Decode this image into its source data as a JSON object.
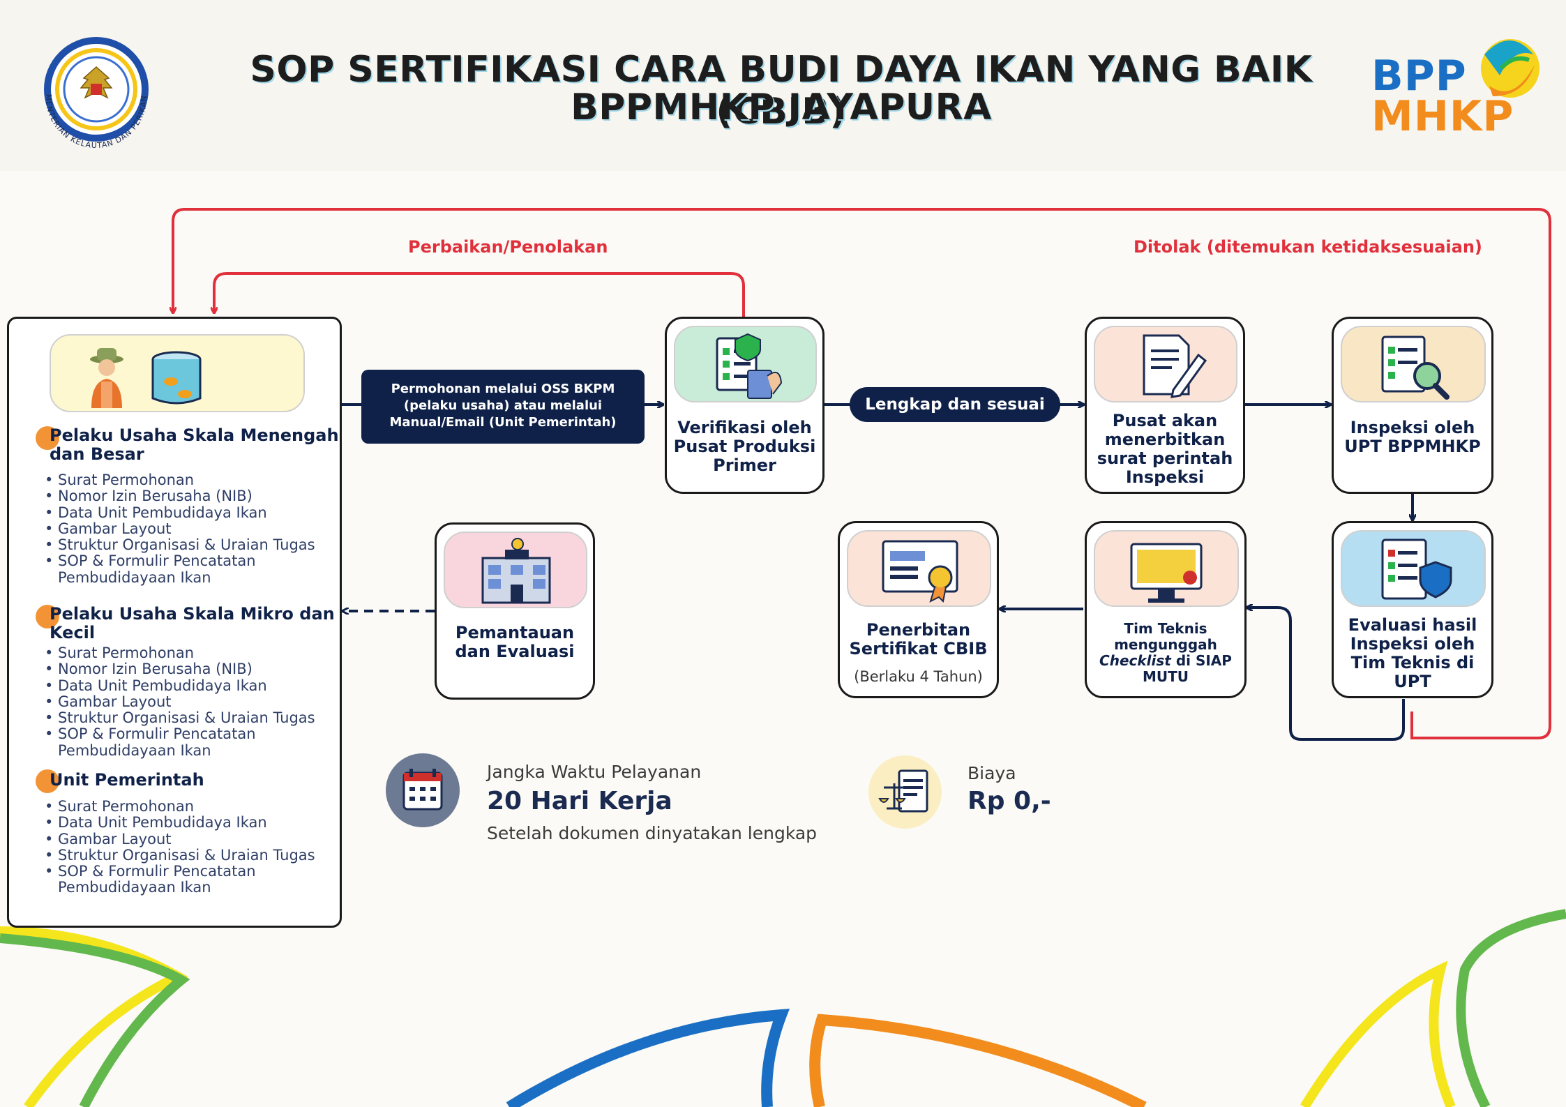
{
  "header": {
    "title_line1": "SOP SERTIFIKASI CARA BUDI DAYA IKAN YANG BAIK (CBIB)",
    "title_line2": "BPPMHKP JAYAPURA",
    "ministry_seal_text": "KEMENTERIAN KELAUTAN DAN PERIKANAN",
    "brand_top": "BPP",
    "brand_bottom": "MHKP"
  },
  "colors": {
    "navy": "#0f2148",
    "red_flow": "#e0303c",
    "orange_accent": "#f29436",
    "brand_blue": "#1a6fc4",
    "brand_orange": "#f28c1c"
  },
  "flow_labels": {
    "feedback_left": "Perbaikan/Penolakan",
    "feedback_right": "Ditolak (ditemukan ketidaksesuaian)",
    "submission": "Permohonan melalui OSS BKPM (pelaku usaha) atau melalui Manual/Email (Unit Pemerintah)",
    "complete": "Lengkap dan sesuai"
  },
  "requirements": [
    {
      "title": "Pelaku Usaha Skala Menengah dan Besar",
      "items": [
        "Surat Permohonan",
        "Nomor Izin Berusaha (NIB)",
        "Data Unit Pembudidaya Ikan",
        "Gambar Layout",
        "Struktur Organisasi & Uraian Tugas",
        "SOP & Formulir Pencatatan Pembudidayaan Ikan"
      ]
    },
    {
      "title": "Pelaku Usaha Skala Mikro dan Kecil",
      "items": [
        "Surat Permohonan",
        "Nomor Izin Berusaha (NIB)",
        "Data Unit Pembudidaya Ikan",
        "Gambar Layout",
        "Struktur Organisasi & Uraian Tugas",
        "SOP & Formulir Pencatatan Pembudidayaan Ikan"
      ]
    },
    {
      "title": "Unit Pemerintah",
      "items": [
        "Surat Permohonan",
        "Data Unit Pembudidaya Ikan",
        "Gambar Layout",
        "Struktur Organisasi & Uraian Tugas",
        "SOP & Formulir Pencatatan Pembudidayaan Ikan"
      ]
    }
  ],
  "steps": {
    "verification": "Verifikasi oleh Pusat Produksi Primer",
    "inspection_order": "Pusat akan menerbitkan surat perintah Inspeksi",
    "inspection": "Inspeksi oleh UPT BPPMHKP",
    "evaluation": "Evaluasi hasil Inspeksi oleh Tim Teknis di UPT",
    "upload_pre": "Tim Teknis mengunggah",
    "upload_italic": "Checklist",
    "upload_post": "di SIAP MUTU",
    "certificate": "Penerbitan Sertifikat CBIB",
    "certificate_note": "(Berlaku 4 Tahun)",
    "monitoring": "Pemantauan dan Evaluasi"
  },
  "service_time": {
    "label": "Jangka Waktu Pelayanan",
    "value": "20 Hari Kerja",
    "note": "Setelah dokumen dinyatakan lengkap"
  },
  "cost": {
    "label": "Biaya",
    "value": "Rp 0,-"
  },
  "icons": {
    "farmer": "farmer-icon",
    "fish_tank": "fish-tank-icon",
    "verification": "checklist-verification-icon",
    "inspection_order": "document-pen-icon",
    "inspection": "magnifier-document-icon",
    "evaluation": "shield-checklist-icon",
    "upload": "computer-upload-icon",
    "certificate": "certificate-icon",
    "monitoring": "building-icon",
    "calendar": "calendar-icon",
    "cost": "scale-document-icon"
  }
}
